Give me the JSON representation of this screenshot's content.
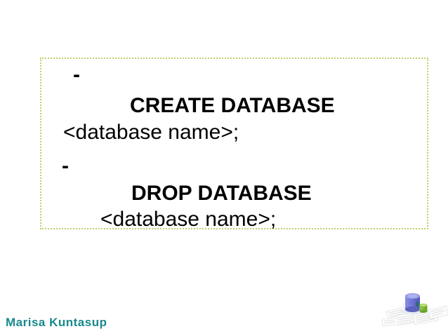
{
  "slide": {
    "background_color": "#ffffff"
  },
  "content_box": {
    "border_color": "#c2ce68",
    "border_style": "dotted",
    "lines": [
      {
        "text": "-"
      },
      {
        "text": "CREATE DATABASE"
      },
      {
        "text": "<database name>;"
      },
      {
        "text": "-"
      },
      {
        "text": "DROP DATABASE"
      },
      {
        "text": "<database name>;"
      }
    ]
  },
  "footer": {
    "author": "Marisa Kuntasup",
    "author_color": "#19898c"
  },
  "graphic": {
    "icon": "database-over-documents-clipart",
    "colors": {
      "cylinder": "#6a6fd0",
      "cylinder_top": "#979ce8",
      "small_cylinder": "#7cb62f",
      "small_cylinder_top": "#a3cf55",
      "documents": "#f7f7f7",
      "document_lines": "#d2d2d2"
    }
  }
}
